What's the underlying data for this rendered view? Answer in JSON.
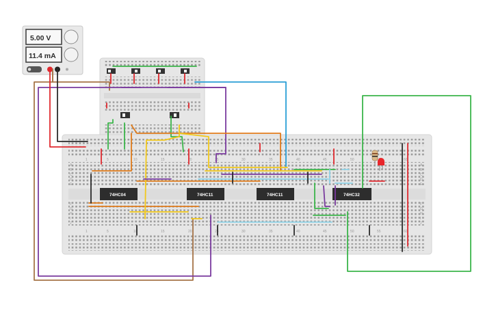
{
  "power_supply": {
    "voltage": "5.00 V",
    "current": "11.4 mA"
  },
  "chips": [
    {
      "label": "74HC04"
    },
    {
      "label": "74HC11"
    },
    {
      "label": "74HC11"
    },
    {
      "label": "74HC32"
    }
  ],
  "breadboard": {
    "column_numbers": [
      "1",
      "5",
      "10",
      "15",
      "20",
      "25",
      "30",
      "35",
      "40",
      "45",
      "50",
      "55",
      "60"
    ],
    "row_letters_top": [
      "A",
      "B",
      "C",
      "D",
      "E"
    ],
    "row_letters_bottom": [
      "F",
      "G",
      "H",
      "I",
      "J"
    ]
  },
  "colors": {
    "wire_red": "#e0282e",
    "wire_black": "#2b2b2b",
    "wire_green": "#3bb54a",
    "wire_purple": "#7a3a9e",
    "wire_brown": "#a67448",
    "wire_orange": "#e07b1a",
    "wire_yellow": "#f2c81a",
    "wire_blue": "#2a9fd6",
    "wire_cyan": "#8fd3e8",
    "led": "#e8262b"
  }
}
